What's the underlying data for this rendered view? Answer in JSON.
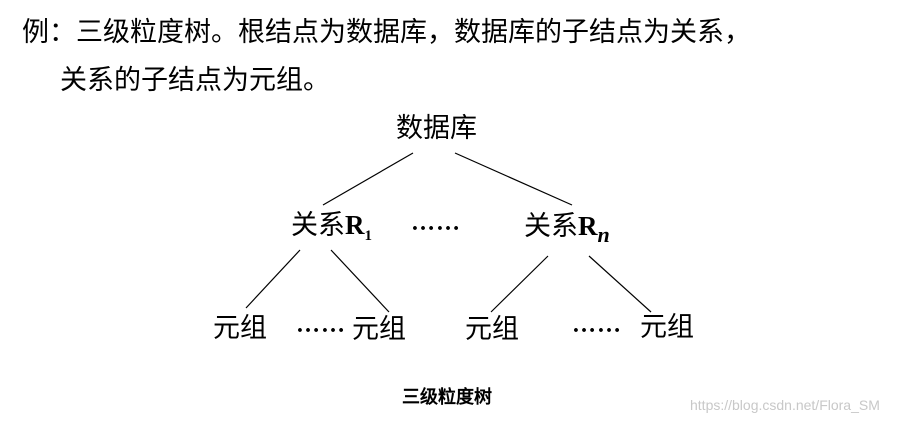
{
  "intro": {
    "line1": "例：三级粒度树。根结点为数据库，数据库的子结点为关系，",
    "line2": "关系的子结点为元组。"
  },
  "tree": {
    "root": "数据库",
    "relation_prefix": "关系",
    "relation_letter": "R",
    "relation1_sub": "1",
    "relationN_sub": "n",
    "middle_dots": "……",
    "tuple_label": "元组",
    "tuple_dots": "……"
  },
  "caption": "三级粒度树",
  "watermark": "https://blog.csdn.net/Flora_SM"
}
